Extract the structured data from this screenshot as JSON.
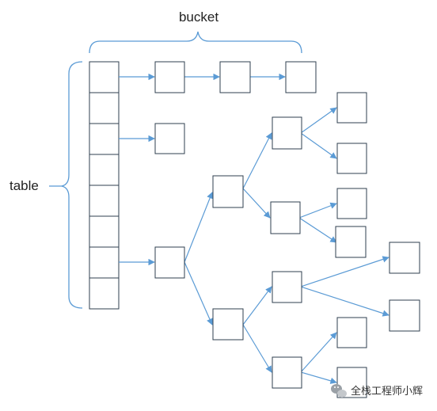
{
  "labels": {
    "bucket": "bucket",
    "table": "table"
  },
  "watermark": {
    "icon": "wechat-icon",
    "text": "全栈工程师小辉"
  },
  "colors": {
    "line": "#5b9bd5",
    "box_stroke": "#2f3f4f",
    "background": "#ffffff"
  },
  "table": {
    "slot_count": 8
  },
  "bucket_chain": {
    "node_count": 4
  },
  "tree": {
    "levels": 4,
    "node_count": 15
  }
}
